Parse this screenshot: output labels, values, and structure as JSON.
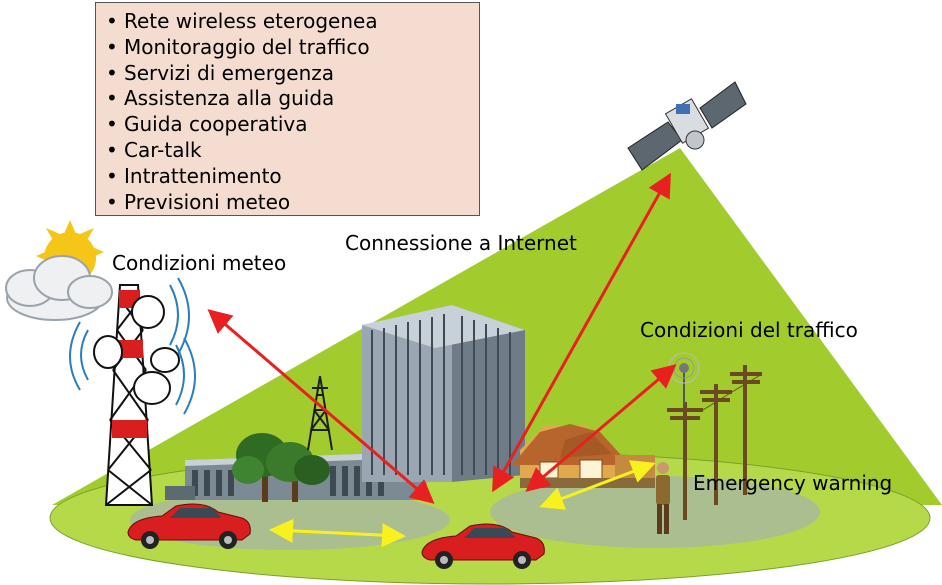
{
  "services": {
    "items": [
      "Rete wireless eterogenea",
      "Monitoraggio del traffico",
      "Servizi di emergenza",
      "Assistenza alla guida",
      "Guida cooperativa",
      "Car-talk",
      "Intrattenimento",
      "Previsioni meteo"
    ]
  },
  "labels": {
    "weather": "Condizioni meteo",
    "internet": "Connessione a Internet",
    "traffic": "Condizioni del traffico",
    "emergency": "Emergency warning"
  },
  "colors": {
    "coverage_green": "#a2cc2e",
    "ground_green": "#b6d94a",
    "info_box_bg": "#f4dcd0",
    "link_red": "#e8201f",
    "link_yellow": "#f7f21e",
    "car_red": "#d81e1e"
  },
  "icons": [
    "sun-cloud-icon",
    "satellite-icon",
    "antenna-tower-icon",
    "office-building-icon",
    "house-icon",
    "utility-pole-icon",
    "person-icon",
    "car-icon",
    "tree-icon",
    "sensor-icon"
  ]
}
